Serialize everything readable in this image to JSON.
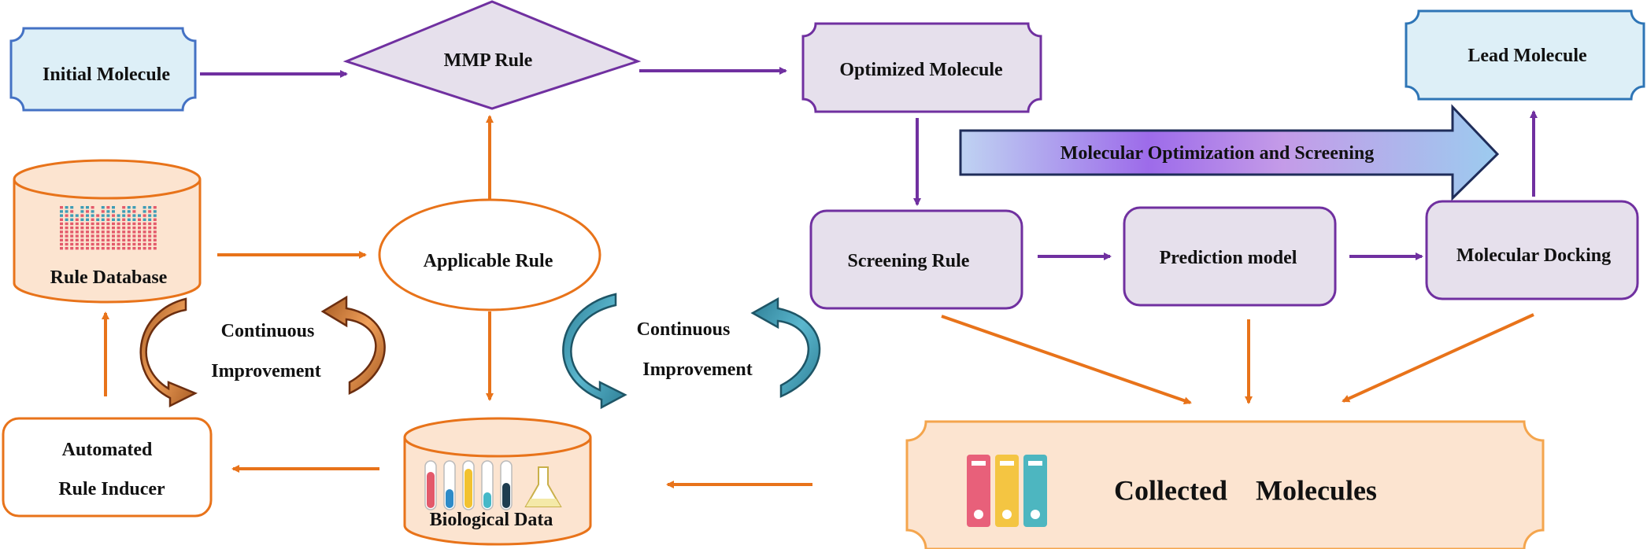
{
  "nodes": {
    "initial_molecule": "Initial Molecule",
    "mmp_rule": "MMP Rule",
    "optimized_molecule": "Optimized Molecule",
    "lead_molecule": "Lead Molecule",
    "molecular_optimization": "Molecular Optimization and Screening",
    "rule_database": "Rule Database",
    "applicable_rule": "Applicable Rule",
    "screening_rule": "Screening Rule",
    "prediction_model": "Prediction model",
    "molecular_docking": "Molecular Docking",
    "automated_rule_inducer_line1": "Automated",
    "automated_rule_inducer_line2": "Rule Inducer",
    "biological_data": "Biological Data",
    "collected_molecules": "Collected    Molecules"
  },
  "cycles": {
    "left_line1": "Continuous",
    "left_line2": "Improvement",
    "right_line1": "Continuous",
    "right_line2": "Improvement"
  },
  "colors": {
    "orange": "#E8731A",
    "purple": "#7030A0",
    "blue": "#4472C4",
    "light_blue_fill": "#DDEFF7",
    "lavender_fill": "#E6E0EC",
    "peach_fill": "#FCE4D0",
    "teal": "#3E9CB5",
    "brown": "#C8773A"
  }
}
